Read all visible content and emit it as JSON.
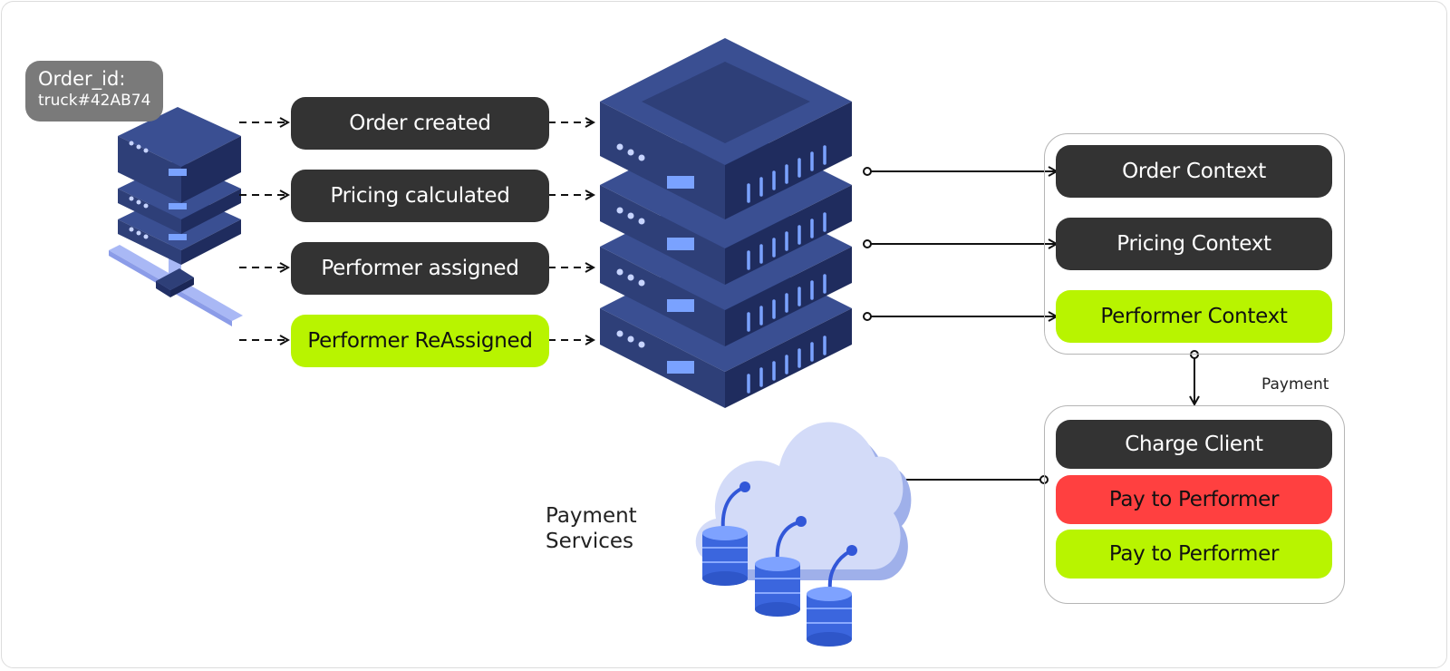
{
  "order_tag": {
    "title": "Order_id:",
    "value": "truck#42AB74"
  },
  "events": [
    {
      "label": "Order created",
      "style": "dark"
    },
    {
      "label": "Pricing calculated",
      "style": "dark"
    },
    {
      "label": "Performer assigned",
      "style": "dark"
    },
    {
      "label": "Performer ReAssigned",
      "style": "lime"
    }
  ],
  "contexts": [
    {
      "label": "Order Context",
      "style": "dark"
    },
    {
      "label": "Pricing Context",
      "style": "dark"
    },
    {
      "label": "Performer Context",
      "style": "lime"
    }
  ],
  "payment": {
    "label": "Payment",
    "actions": [
      {
        "label": "Charge Client",
        "style": "dark"
      },
      {
        "label": "Pay to Performer",
        "style": "red"
      },
      {
        "label": "Pay to Performer",
        "style": "lime"
      }
    ]
  },
  "services": {
    "line1": "Payment",
    "line2": "Services"
  },
  "colors": {
    "dark_pill": "#333333",
    "accent_lime": "#b8f400",
    "accent_red": "#ff4040",
    "server_navy": "#2e3f78",
    "server_light": "#7aa2ff",
    "cloud": "#cdd6f7",
    "db_blue": "#4a78e8"
  },
  "icons": [
    "client-server-icon",
    "event-bus-server-icon",
    "cloud-icon",
    "database-icon"
  ]
}
